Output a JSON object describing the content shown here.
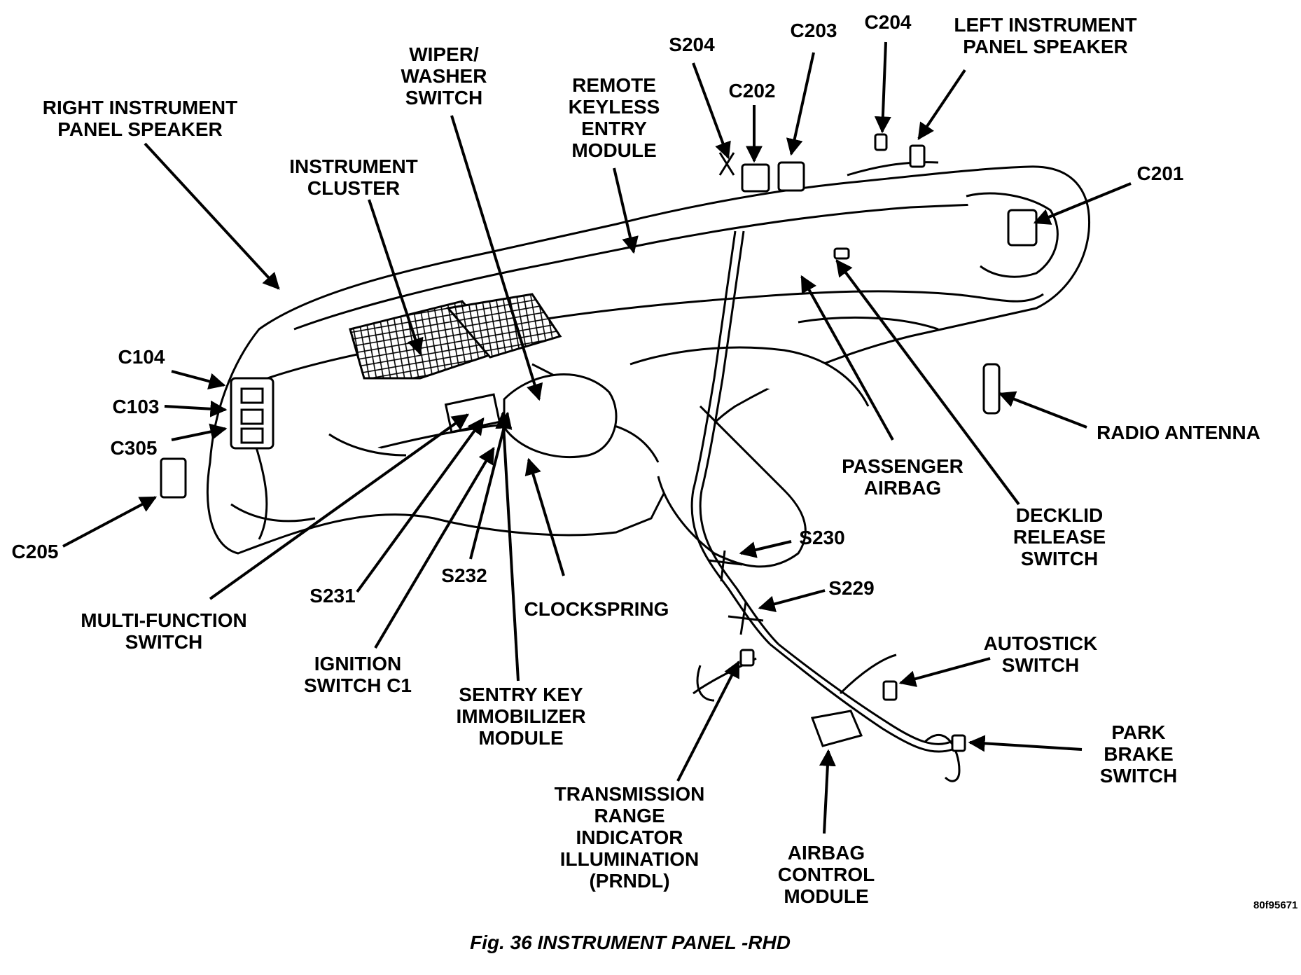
{
  "caption": "Fig. 36 INSTRUMENT PANEL -RHD",
  "figure_id": "80f95671",
  "labels": {
    "right_ip_speaker": [
      "RIGHT INSTRUMENT",
      "PANEL SPEAKER"
    ],
    "instrument_cluster": [
      "INSTRUMENT",
      "CLUSTER"
    ],
    "wiper_washer_switch": [
      "WIPER/",
      "WASHER",
      "SWITCH"
    ],
    "remote_keyless_entry": [
      "REMOTE",
      "KEYLESS",
      "ENTRY",
      "MODULE"
    ],
    "s204": [
      "S204"
    ],
    "c202": [
      "C202"
    ],
    "c203": [
      "C203"
    ],
    "c204": [
      "C204"
    ],
    "left_ip_speaker": [
      "LEFT INSTRUMENT",
      "PANEL SPEAKER"
    ],
    "c201": [
      "C201"
    ],
    "c104": [
      "C104"
    ],
    "c103": [
      "C103"
    ],
    "c305": [
      "C305"
    ],
    "c205": [
      "C205"
    ],
    "radio_antenna": [
      "RADIO ANTENNA"
    ],
    "passenger_airbag": [
      "PASSENGER",
      "AIRBAG"
    ],
    "decklid_release": [
      "DECKLID",
      "RELEASE",
      "SWITCH"
    ],
    "s230": [
      "S230"
    ],
    "s229": [
      "S229"
    ],
    "multifunction_switch": [
      "MULTI-FUNCTION",
      "SWITCH"
    ],
    "s231": [
      "S231"
    ],
    "s232": [
      "S232"
    ],
    "clockspring": [
      "CLOCKSPRING"
    ],
    "ignition_switch": [
      "IGNITION",
      "SWITCH C1"
    ],
    "sentry_key": [
      "SENTRY KEY",
      "IMMOBILIZER",
      "MODULE"
    ],
    "autostick_switch": [
      "AUTOSTICK",
      "SWITCH"
    ],
    "park_brake_switch": [
      "PARK",
      "BRAKE",
      "SWITCH"
    ],
    "prndl": [
      "TRANSMISSION",
      "RANGE",
      "INDICATOR",
      "ILLUMINATION",
      "(PRNDL)"
    ],
    "airbag_control_module": [
      "AIRBAG",
      "CONTROL",
      "MODULE"
    ]
  }
}
